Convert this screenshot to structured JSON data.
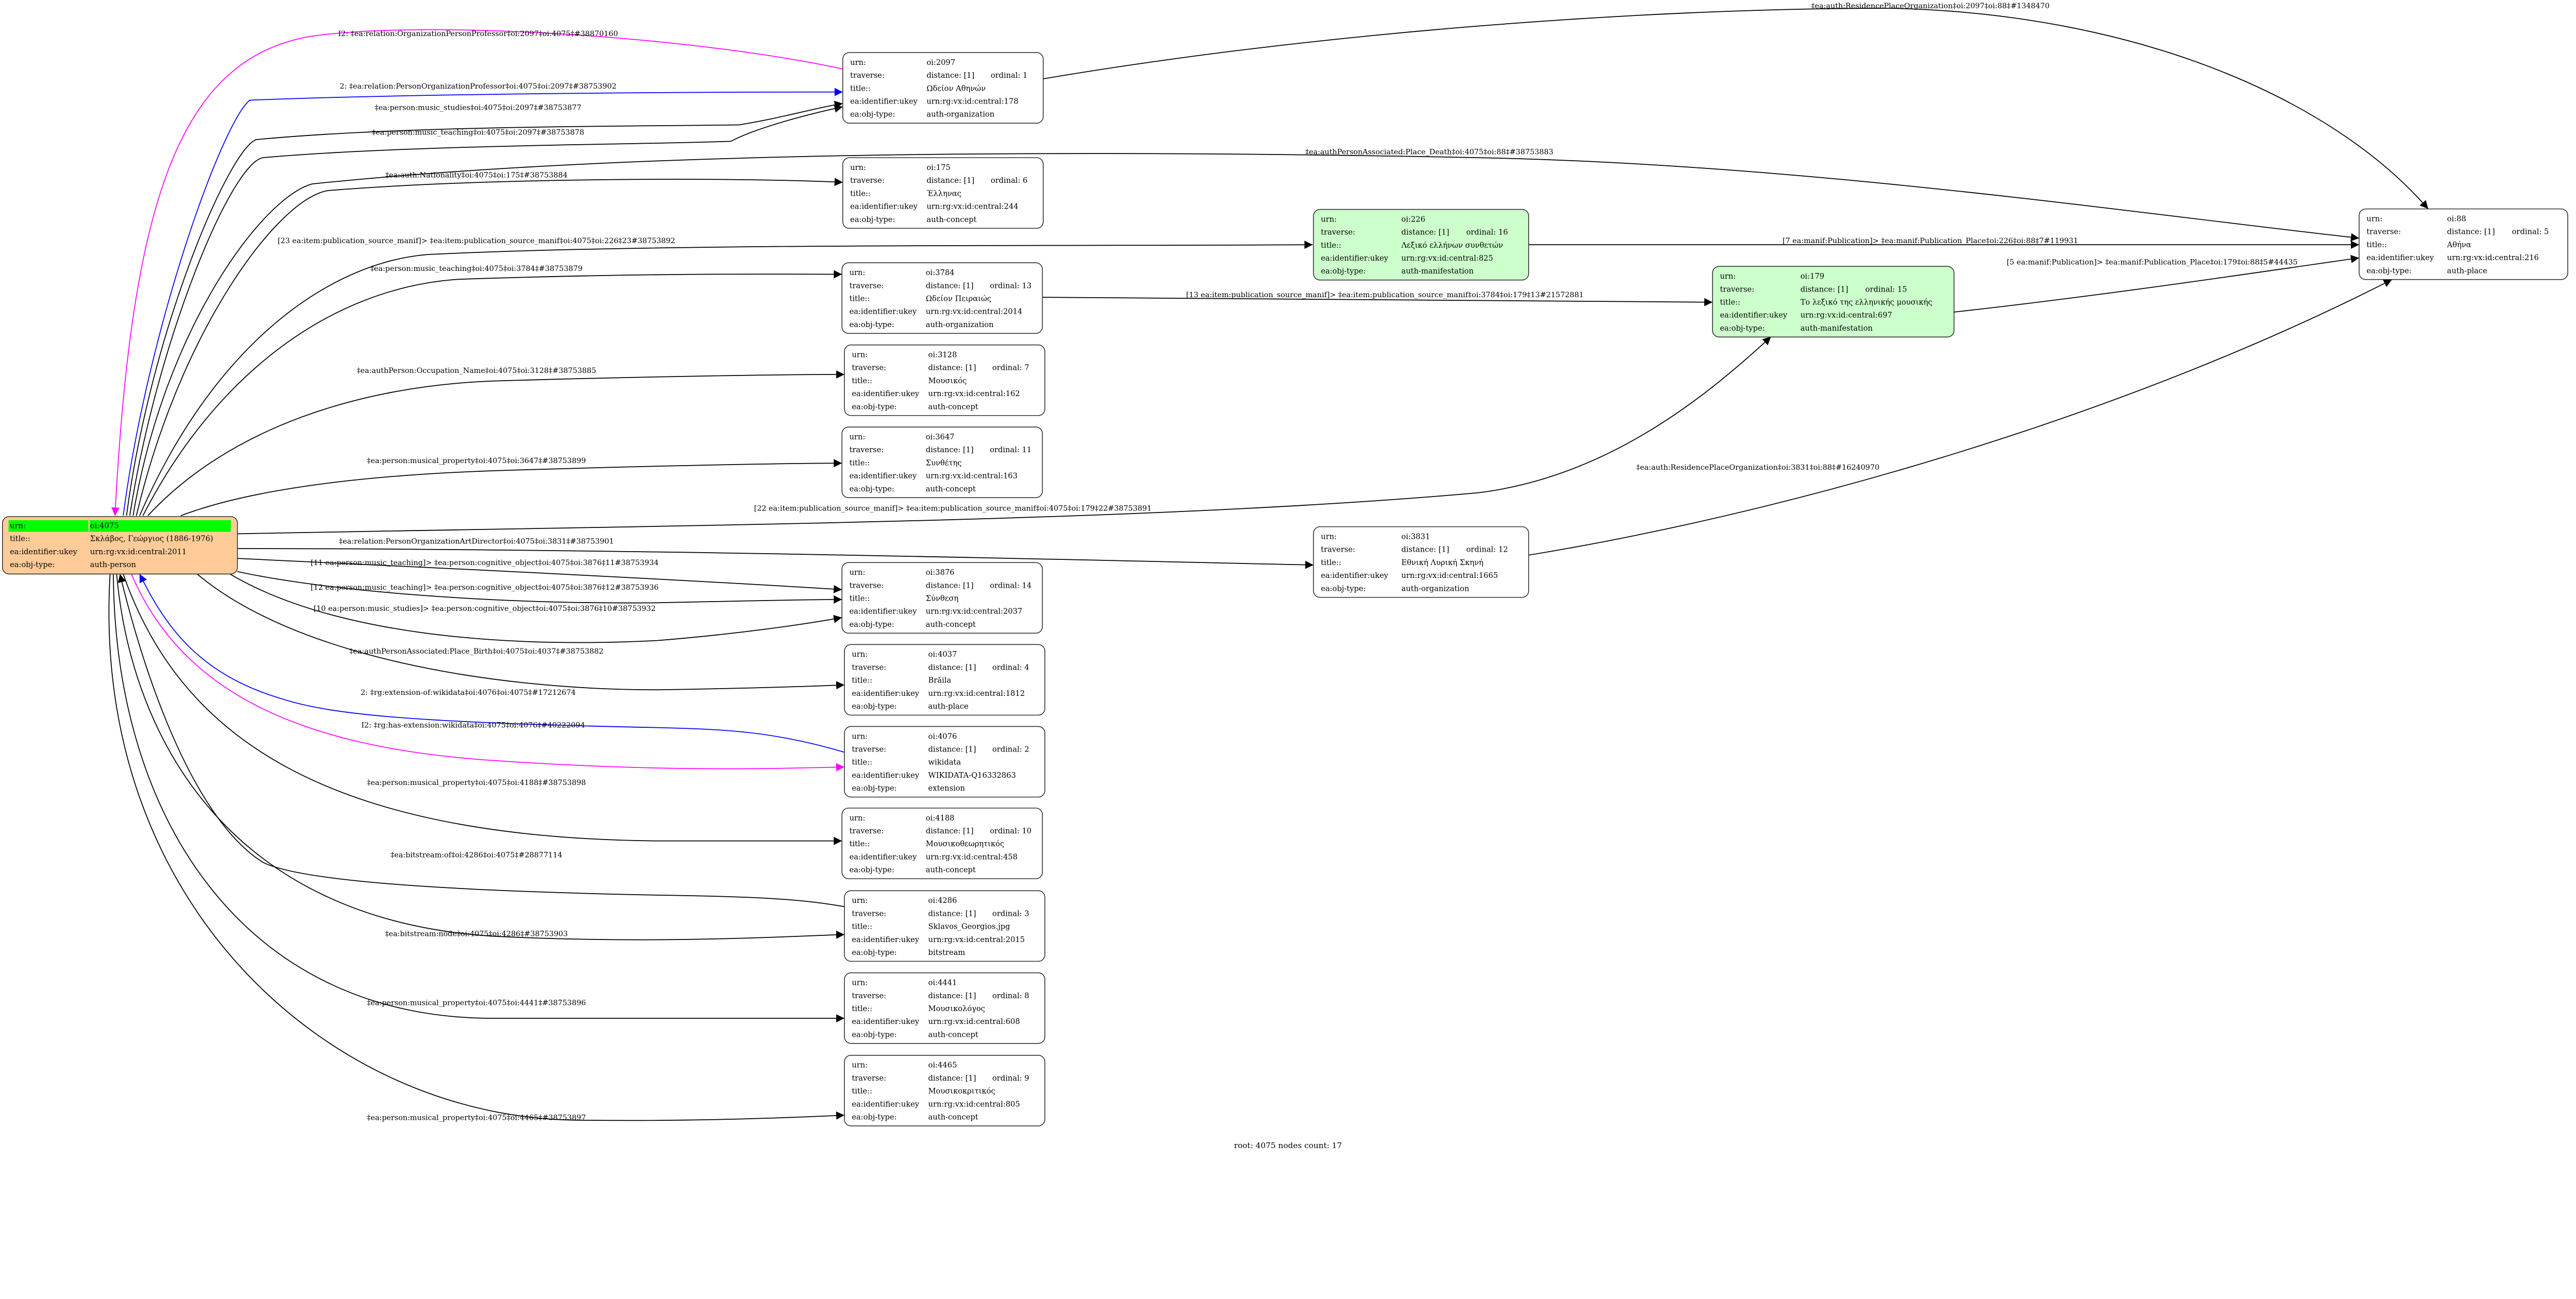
{
  "field_labels": {
    "urn": "urn:",
    "traverse": "traverse:",
    "title": "title::",
    "ukey": "ea:identifier:ukey",
    "type": "ea:obj-type:"
  },
  "colors": {
    "root_fill": "#ffcc99",
    "root_highlight": "#00ff00",
    "manifestation_fill": "#ccffcc",
    "default_fill": "#ffffff",
    "edge_default": "#000000",
    "edge_blue": "#0000ff",
    "edge_magenta": "#ff00ff"
  },
  "nodes": [
    {
      "key": "4075",
      "urn": "oi:4075",
      "title": "Σκλάβος, Γεώργιος (1886-1976)",
      "ukey": "urn:rg:vx:id:central:2011",
      "type": "auth-person",
      "style": "root"
    },
    {
      "key": "2097",
      "urn": "oi:2097",
      "distance": "distance: [1]",
      "ordinal": "ordinal: 1",
      "title": "Ωδείον Αθηνών",
      "ukey": "urn:rg:vx:id:central:178",
      "type": "auth-organization",
      "style": "default"
    },
    {
      "key": "175",
      "urn": "oi:175",
      "distance": "distance: [1]",
      "ordinal": "ordinal: 6",
      "title": "Έλληνας",
      "ukey": "urn:rg:vx:id:central:244",
      "type": "auth-concept",
      "style": "default"
    },
    {
      "key": "3784",
      "urn": "oi:3784",
      "distance": "distance: [1]",
      "ordinal": "ordinal: 13",
      "title": "Ωδείον Πειραιώς",
      "ukey": "urn:rg:vx:id:central:2014",
      "type": "auth-organization",
      "style": "default"
    },
    {
      "key": "3128",
      "urn": "oi:3128",
      "distance": "distance: [1]",
      "ordinal": "ordinal: 7",
      "title": "Μουσικός",
      "ukey": "urn:rg:vx:id:central:162",
      "type": "auth-concept",
      "style": "default"
    },
    {
      "key": "3647",
      "urn": "oi:3647",
      "distance": "distance: [1]",
      "ordinal": "ordinal: 11",
      "title": "Συνθέτης",
      "ukey": "urn:rg:vx:id:central:163",
      "type": "auth-concept",
      "style": "default"
    },
    {
      "key": "3876",
      "urn": "oi:3876",
      "distance": "distance: [1]",
      "ordinal": "ordinal: 14",
      "title": "Σύνθεση",
      "ukey": "urn:rg:vx:id:central:2037",
      "type": "auth-concept",
      "style": "default"
    },
    {
      "key": "4037",
      "urn": "oi:4037",
      "distance": "distance: [1]",
      "ordinal": "ordinal: 4",
      "title": "Brăila",
      "ukey": "urn:rg:vx:id:central:1812",
      "type": "auth-place",
      "style": "default"
    },
    {
      "key": "4076",
      "urn": "oi:4076",
      "distance": "distance: [1]",
      "ordinal": "ordinal: 2",
      "title": "wikidata",
      "ukey": "WIKIDATA-Q16332863",
      "type": "extension",
      "style": "default"
    },
    {
      "key": "4188",
      "urn": "oi:4188",
      "distance": "distance: [1]",
      "ordinal": "ordinal: 10",
      "title": "Μουσικοθεωρητικός",
      "ukey": "urn:rg:vx:id:central:458",
      "type": "auth-concept",
      "style": "default"
    },
    {
      "key": "4286",
      "urn": "oi:4286",
      "distance": "distance: [1]",
      "ordinal": "ordinal: 3",
      "title": "Sklavos_Georgios.jpg",
      "ukey": "urn:rg:vx:id:central:2015",
      "type": "bitstream",
      "style": "default"
    },
    {
      "key": "4441",
      "urn": "oi:4441",
      "distance": "distance: [1]",
      "ordinal": "ordinal: 8",
      "title": "Μουσικολόγος",
      "ukey": "urn:rg:vx:id:central:608",
      "type": "auth-concept",
      "style": "default"
    },
    {
      "key": "4465",
      "urn": "oi:4465",
      "distance": "distance: [1]",
      "ordinal": "ordinal: 9",
      "title": "Μουσικοκριτικός",
      "ukey": "urn:rg:vx:id:central:805",
      "type": "auth-concept",
      "style": "default"
    },
    {
      "key": "226",
      "urn": "oi:226",
      "distance": "distance: [1]",
      "ordinal": "ordinal: 16",
      "title": "Λεξικό ελλήνων συνθετών",
      "ukey": "urn:rg:vx:id:central:825",
      "type": "auth-manifestation",
      "style": "manifestation"
    },
    {
      "key": "179",
      "urn": "oi:179",
      "distance": "distance: [1]",
      "ordinal": "ordinal: 15",
      "title": "Το λεξικό της ελληνικής μουσικής",
      "ukey": "urn:rg:vx:id:central:697",
      "type": "auth-manifestation",
      "style": "manifestation"
    },
    {
      "key": "88",
      "urn": "oi:88",
      "distance": "distance: [1]",
      "ordinal": "ordinal: 5",
      "title": "Αθήνα",
      "ukey": "urn:rg:vx:id:central:216",
      "type": "auth-place",
      "style": "default"
    },
    {
      "key": "3831",
      "urn": "oi:3831",
      "distance": "distance: [1]",
      "ordinal": "ordinal: 12",
      "title": "Εθνική Λυρική Σκηνή",
      "ukey": "urn:rg:vx:id:central:1665",
      "type": "auth-organization",
      "style": "default"
    }
  ],
  "edges": [
    {
      "label": "I2: ‡ea:relation:OrganizationPersonProfessor‡oi:2097‡oi:4075‡#38870160",
      "color": "magenta"
    },
    {
      "label": "2: ‡ea:relation:PersonOrganizationProfessor‡oi:4075‡oi:2097‡#38753902",
      "color": "blue"
    },
    {
      "label": "‡ea:person:music_studies‡oi:4075‡oi:2097‡#38753877",
      "color": "default"
    },
    {
      "label": "‡ea:person:music_teaching‡oi:4075‡oi:2097‡#38753878",
      "color": "default"
    },
    {
      "label": "‡ea:authPersonAssociated:Place_Death‡oi:4075‡oi:88‡#38753883",
      "color": "default"
    },
    {
      "label": "‡ea:auth:Nationality‡oi:4075‡oi:175‡#38753884",
      "color": "default"
    },
    {
      "label": "[23 ea:item:publication_source_manif]> ‡ea:item:publication_source_manif‡oi:4075‡oi:226‡23#38753892",
      "color": "default"
    },
    {
      "label": "‡ea:person:music_teaching‡oi:4075‡oi:3784‡#38753879",
      "color": "default"
    },
    {
      "label": "‡ea:authPerson:Occupation_Name‡oi:4075‡oi:3128‡#38753885",
      "color": "default"
    },
    {
      "label": "‡ea:person:musical_property‡oi:4075‡oi:3647‡#38753899",
      "color": "default"
    },
    {
      "label": "[22 ea:item:publication_source_manif]> ‡ea:item:publication_source_manif‡oi:4075‡oi:179‡22#38753891",
      "color": "default"
    },
    {
      "label": "‡ea:relation:PersonOrganizationArtDirector‡oi:4075‡oi:3831‡#38753901",
      "color": "default"
    },
    {
      "label": "[11 ea:person:music_teaching]> ‡ea:person:cognitive_object‡oi:4075‡oi:3876‡11#38753934",
      "color": "default"
    },
    {
      "label": "[12 ea:person:music_teaching]> ‡ea:person:cognitive_object‡oi:4075‡oi:3876‡12#38753936",
      "color": "default"
    },
    {
      "label": "[10 ea:person:music_studies]> ‡ea:person:cognitive_object‡oi:4075‡oi:3876‡10#38753932",
      "color": "default"
    },
    {
      "label": "‡ea:authPersonAssociated:Place_Birth‡oi:4075‡oi:4037‡#38753882",
      "color": "default"
    },
    {
      "label": "2: ‡rg:extension-of:wikidata‡oi:4076‡oi:4075‡#17212674",
      "color": "blue"
    },
    {
      "label": "I2: ‡rg:has-extension:wikidata‡oi:4075‡oi:4076‡#40222094",
      "color": "magenta"
    },
    {
      "label": "‡ea:person:musical_property‡oi:4075‡oi:4188‡#38753898",
      "color": "default"
    },
    {
      "label": "‡ea:bitstream:of‡oi:4286‡oi:4075‡#28877114",
      "color": "default"
    },
    {
      "label": "‡ea:bitstream:node‡oi:4075‡oi:4286‡#38753903",
      "color": "default"
    },
    {
      "label": "‡ea:person:musical_property‡oi:4075‡oi:4441‡#38753896",
      "color": "default"
    },
    {
      "label": "‡ea:person:musical_property‡oi:4075‡oi:4465‡#38753897",
      "color": "default"
    },
    {
      "label": "‡ea:auth:ResidencePlaceOrganization‡oi:2097‡oi:88‡#1348470",
      "color": "default"
    },
    {
      "label": "[7 ea:manif:Publication]> ‡ea:manif:Publication_Place‡oi:226‡oi:88‡7#119931",
      "color": "default"
    },
    {
      "label": "[13 ea:item:publication_source_manif]> ‡ea:item:publication_source_manif‡oi:3784‡oi:179‡13#21572881",
      "color": "default"
    },
    {
      "label": "[5 ea:manif:Publication]> ‡ea:manif:Publication_Place‡oi:179‡oi:88‡5#44435",
      "color": "default"
    },
    {
      "label": "‡ea:auth:ResidencePlaceOrganization‡oi:3831‡oi:88‡#16240970",
      "color": "default"
    }
  ],
  "footer": "root: 4075 nodes count: 17"
}
